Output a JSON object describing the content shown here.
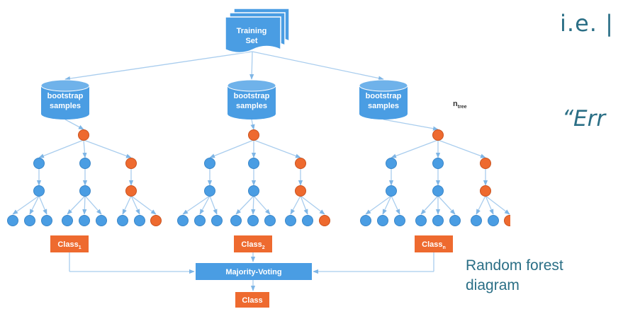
{
  "slide": {
    "line1": "i.e. |",
    "line2": "“Err"
  },
  "caption": {
    "line1": "Random forest",
    "line2": "diagram"
  },
  "diagram": {
    "colors": {
      "blue": "#4a9de3",
      "orange": "#ee6a2f",
      "label_text": "#ffffff",
      "dark_text": "#333333",
      "line": "#a9cdee"
    },
    "training_set": {
      "line1": "Training",
      "line2": "Set"
    },
    "bootstrap_label": {
      "line1": "bootstrap",
      "line2": "samples"
    },
    "ntree": {
      "base": "n",
      "sub": "tree"
    },
    "classes": [
      {
        "base": "Class",
        "sub": "1"
      },
      {
        "base": "Class",
        "sub": "2"
      },
      {
        "base": "Class",
        "sub": "n"
      }
    ],
    "majority_voting": "Majority-Voting",
    "final_class": "Class"
  }
}
